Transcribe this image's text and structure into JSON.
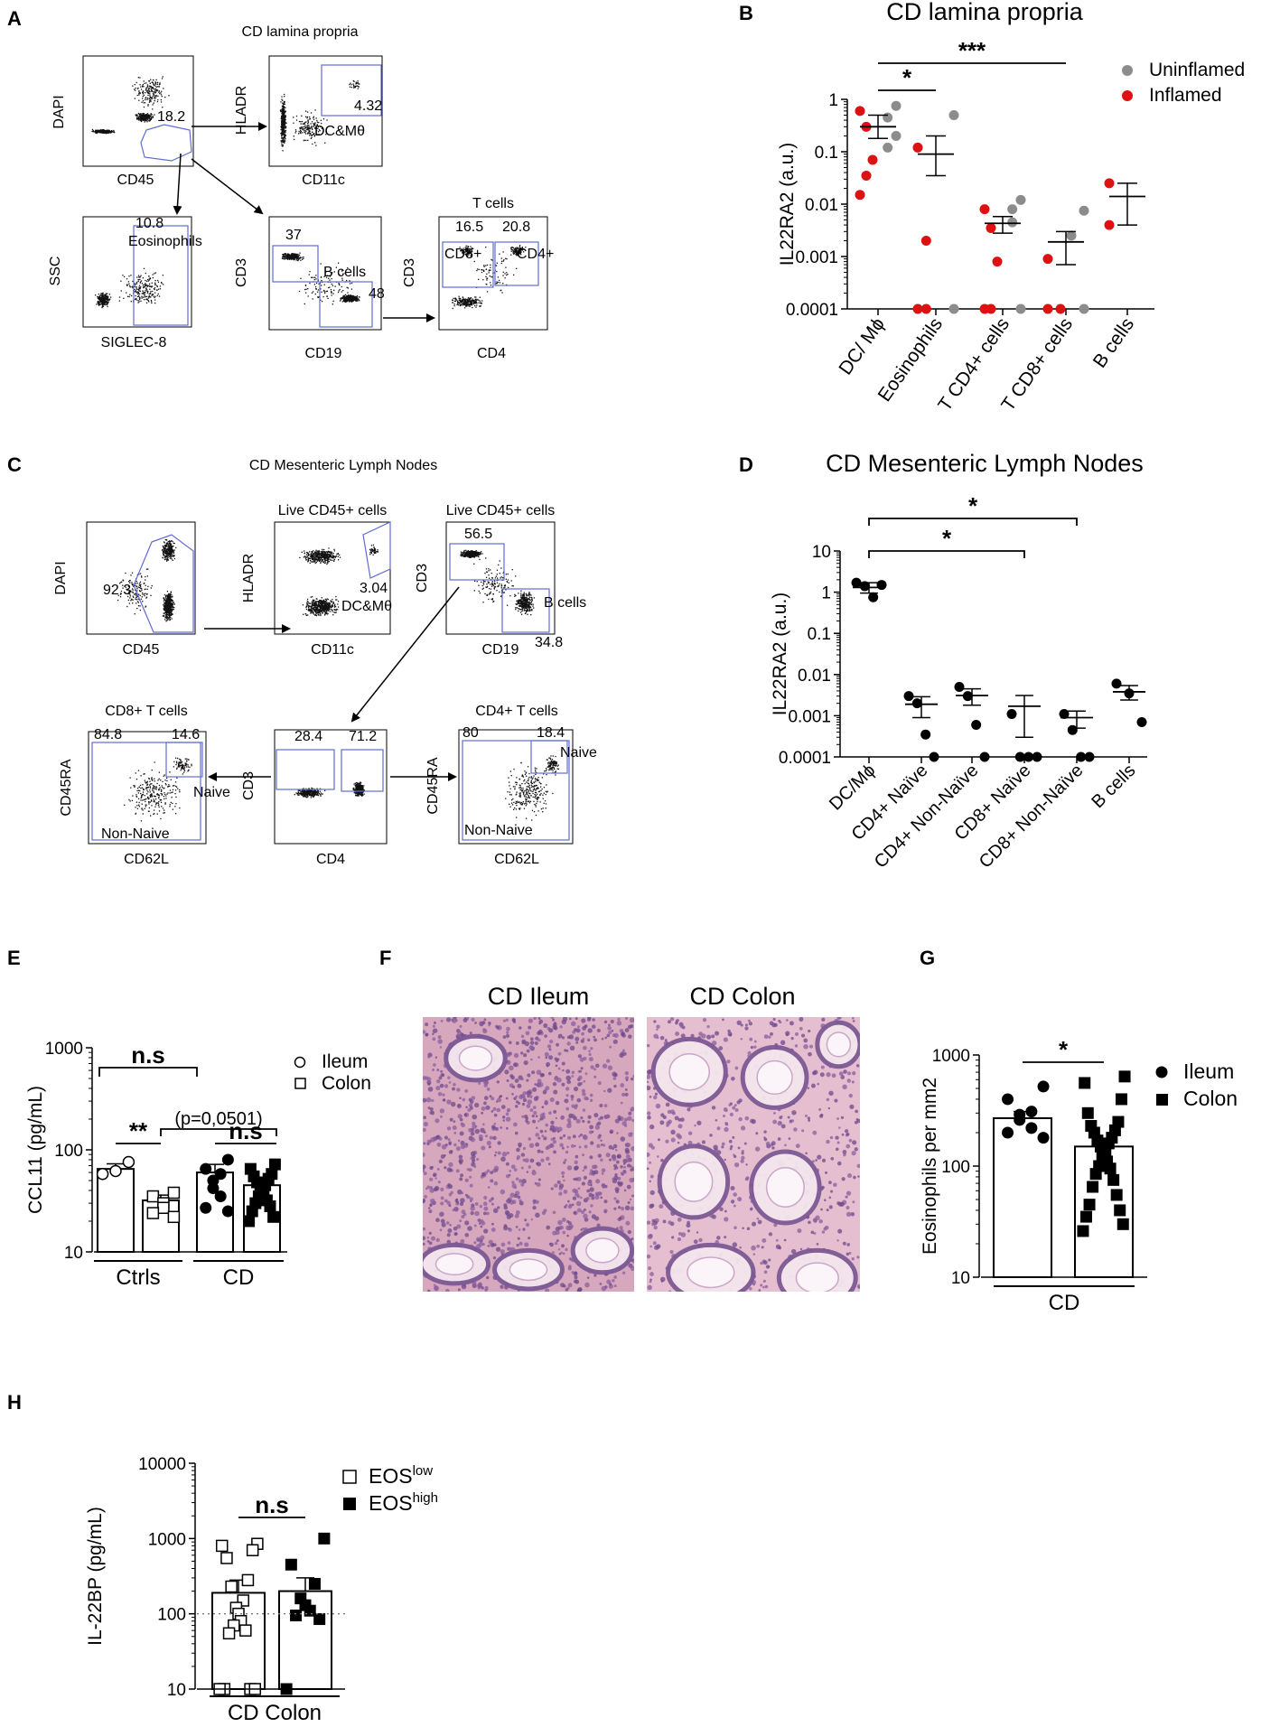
{
  "panel_letters": [
    "A",
    "B",
    "C",
    "D",
    "E",
    "F",
    "G",
    "H"
  ],
  "panel_a": {
    "title": "CD lamina propria",
    "plots": [
      {
        "id": "a1",
        "x_label": "CD45",
        "y_label": "DAPI",
        "gates": [
          {
            "label": "18.2"
          }
        ]
      },
      {
        "id": "a2",
        "x_label": "CD11c",
        "y_label": "HLADR",
        "gates": [
          {
            "label": "4.32"
          },
          {
            "label": "DC&Mθ"
          }
        ]
      },
      {
        "id": "a3",
        "x_label": "SIGLEC-8",
        "y_label": "SSC",
        "gates": [
          {
            "label": "10.8"
          },
          {
            "label": "Eosinophils"
          }
        ]
      },
      {
        "id": "a4",
        "x_label": "CD19",
        "y_label": "CD3",
        "gates": [
          {
            "label": "37"
          },
          {
            "label": "B cells"
          },
          {
            "label": "48"
          }
        ]
      },
      {
        "id": "a5",
        "title": "T cells",
        "x_label": "CD4",
        "y_label": "CD3",
        "gates": [
          {
            "label": "16.5"
          },
          {
            "label": "20.8"
          },
          {
            "label": "CD8+"
          },
          {
            "label": "CD4+"
          }
        ]
      }
    ]
  },
  "panel_c": {
    "title": "CD Mesenteric Lymph Nodes",
    "plots": [
      {
        "id": "c1",
        "x_label": "CD45",
        "y_label": "DAPI",
        "gates": [
          {
            "label": "92.3"
          }
        ]
      },
      {
        "id": "c2",
        "title": "Live CD45+ cells",
        "x_label": "CD11c",
        "y_label": "HLADR",
        "gates": [
          {
            "label": "3.04"
          },
          {
            "label": "DC&Mθ"
          }
        ]
      },
      {
        "id": "c3",
        "title": "Live CD45+ cells",
        "x_label": "CD19",
        "y_label": "CD3",
        "gates": [
          {
            "label": "56.5"
          },
          {
            "label": "B cells"
          },
          {
            "label": "34.8"
          }
        ]
      },
      {
        "id": "c4",
        "title": "CD8+ T cells",
        "x_label": "CD62L",
        "y_label": "CD45RA",
        "gates": [
          {
            "label": "84.8"
          },
          {
            "label": "14.6"
          },
          {
            "label": "Naive"
          },
          {
            "label": "Non-Naive"
          }
        ]
      },
      {
        "id": "c5",
        "x_label": "CD4",
        "y_label": "CD3",
        "gates": [
          {
            "label": "28.4"
          },
          {
            "label": "71.2"
          }
        ]
      },
      {
        "id": "c6",
        "title": "CD4+ T cells",
        "x_label": "CD62L",
        "y_label": "CD45RA",
        "gates": [
          {
            "label": "80"
          },
          {
            "label": "18.4"
          },
          {
            "label": "Naive"
          },
          {
            "label": "Non-Naive"
          }
        ]
      }
    ]
  },
  "panel_f": {
    "images": [
      {
        "title": "CD Ileum",
        "base_color": "#d7a7bd"
      },
      {
        "title": "CD Colon",
        "base_color": "#e5bfd0"
      }
    ]
  },
  "chart_data": [
    {
      "panel": "B",
      "type": "scatter",
      "title": "CD lamina propria",
      "ylabel": "IL22RA2 (a.u.)",
      "yscale": "log",
      "ylim": [
        0.0001,
        1
      ],
      "yticks": [
        "1",
        "0.1",
        "0.01",
        "0.001",
        "0.0001"
      ],
      "categories": [
        "DC/ Mϕ",
        "Eosinophils",
        "T CD4+ cells",
        "T CD8+ cells",
        "B cells"
      ],
      "legend": {
        "position": "top-right",
        "entries": [
          {
            "name": "Uninflamed",
            "color": "#8c8c8c"
          },
          {
            "name": "Inflamed",
            "color": "#dd1111"
          }
        ]
      },
      "series": [
        {
          "name": "Uninflamed",
          "color": "#8c8c8c",
          "points": [
            [
              0,
              0.75
            ],
            [
              0,
              0.45
            ],
            [
              0,
              0.12
            ],
            [
              0,
              0.2
            ],
            [
              1,
              0.5
            ],
            [
              1,
              0.0001
            ],
            [
              2,
              0.012
            ],
            [
              2,
              0.008
            ],
            [
              2,
              0.0045
            ],
            [
              2,
              0.0001
            ],
            [
              3,
              0.0075
            ],
            [
              3,
              0.0025
            ],
            [
              3,
              0.0001
            ]
          ]
        },
        {
          "name": "Inflamed",
          "color": "#dd1111",
          "points": [
            [
              0,
              0.6
            ],
            [
              0,
              0.3
            ],
            [
              0,
              0.07
            ],
            [
              0,
              0.035
            ],
            [
              0,
              0.015
            ],
            [
              1,
              0.12
            ],
            [
              1,
              0.002
            ],
            [
              1,
              0.0001
            ],
            [
              1,
              0.0001
            ],
            [
              2,
              0.008
            ],
            [
              2,
              0.0035
            ],
            [
              2,
              0.0008
            ],
            [
              2,
              0.0001
            ],
            [
              2,
              0.0001
            ],
            [
              3,
              0.0009
            ],
            [
              3,
              0.0001
            ],
            [
              3,
              0.0001
            ],
            [
              4,
              0.025
            ],
            [
              4,
              0.004
            ]
          ]
        }
      ],
      "error_bars": [
        {
          "x": 0,
          "mean": 0.3,
          "lo": 0.18,
          "hi": 0.5
        },
        {
          "x": 1,
          "mean": 0.09,
          "lo": 0.035,
          "hi": 0.2
        },
        {
          "x": 2,
          "mean": 0.0043,
          "lo": 0.0028,
          "hi": 0.0058
        },
        {
          "x": 3,
          "mean": 0.0019,
          "lo": 0.0007,
          "hi": 0.003
        },
        {
          "x": 4,
          "mean": 0.014,
          "lo": 0.004,
          "hi": 0.025
        }
      ],
      "significance": [
        {
          "from": 0,
          "to": 1,
          "label": "*"
        },
        {
          "from": 0,
          "to": 3,
          "label": "***"
        }
      ]
    },
    {
      "panel": "D",
      "type": "scatter",
      "title": "CD Mesenteric Lymph Nodes",
      "ylabel": "IL22RA2 (a.u.)",
      "yscale": "log",
      "ylim": [
        0.0001,
        10
      ],
      "yticks": [
        "10",
        "1",
        "0.1",
        "0.01",
        "0.001",
        "0.0001"
      ],
      "categories": [
        "DC/Mϕ",
        "CD4+ Naïve",
        "CD4+ Non-Naïve",
        "CD8+ Naïve",
        "CD8+ Non-Naïve",
        "B cells"
      ],
      "series": [
        {
          "name": "",
          "color": "#000000",
          "points": [
            [
              0,
              1.7
            ],
            [
              0,
              1.4
            ],
            [
              0,
              0.75
            ],
            [
              0,
              1.5
            ],
            [
              1,
              0.003
            ],
            [
              1,
              0.002
            ],
            [
              1,
              0.00035
            ],
            [
              1,
              0.0001
            ],
            [
              2,
              0.005
            ],
            [
              2,
              0.003
            ],
            [
              2,
              0.0006
            ],
            [
              2,
              0.0001
            ],
            [
              3,
              0.0011
            ],
            [
              3,
              0.0001
            ],
            [
              3,
              0.0001
            ],
            [
              3,
              0.0001
            ],
            [
              4,
              0.0011
            ],
            [
              4,
              0.00045
            ],
            [
              4,
              0.0001
            ],
            [
              4,
              0.0001
            ],
            [
              5,
              0.006
            ],
            [
              5,
              0.0035
            ],
            [
              5,
              0.0007
            ]
          ]
        }
      ],
      "error_bars": [
        {
          "x": 0,
          "mean": 1.3,
          "lo": 0.95,
          "hi": 1.7
        },
        {
          "x": 1,
          "mean": 0.0019,
          "lo": 0.0009,
          "hi": 0.0029
        },
        {
          "x": 2,
          "mean": 0.0031,
          "lo": 0.0018,
          "hi": 0.0045
        },
        {
          "x": 3,
          "mean": 0.0017,
          "lo": 0.0003,
          "hi": 0.0031
        },
        {
          "x": 4,
          "mean": 0.0009,
          "lo": 0.0005,
          "hi": 0.0013
        },
        {
          "x": 5,
          "mean": 0.0038,
          "lo": 0.0024,
          "hi": 0.0054
        }
      ],
      "significance": [
        {
          "from": 0,
          "to": 3,
          "label": "*"
        },
        {
          "from": 0,
          "to": 4,
          "label": "*"
        }
      ]
    },
    {
      "panel": "E",
      "type": "bar",
      "ylabel": "CCL11 (pg/mL)",
      "yscale": "log",
      "ylim": [
        10,
        1000
      ],
      "yticks": [
        "1000",
        "100",
        "10"
      ],
      "groups": [
        {
          "label": "Ctrls",
          "bars": [
            0,
            1
          ]
        },
        {
          "label": "CD",
          "bars": [
            2,
            3
          ]
        }
      ],
      "legend": {
        "position": "top-right",
        "entries": [
          {
            "name": "Ileum",
            "marker": "open-circle"
          },
          {
            "name": "Colon",
            "marker": "open-square"
          }
        ]
      },
      "bars": [
        {
          "tissue": "Ileum",
          "mean": 65,
          "sem": 8,
          "points": [
            76,
            62,
            58
          ]
        },
        {
          "tissue": "Colon",
          "mean": 32,
          "sem": 4,
          "points": [
            38,
            35,
            30,
            27,
            24,
            22
          ]
        },
        {
          "tissue": "Ileum",
          "mean": 60,
          "sem": 12,
          "points": [
            80,
            65,
            58,
            50,
            42,
            35,
            27,
            25
          ]
        },
        {
          "tissue": "Colon",
          "mean": 45,
          "sem": 5,
          "points": [
            72,
            65,
            58,
            55,
            52,
            48,
            45,
            42,
            40,
            38,
            35,
            32,
            30,
            28,
            25,
            22,
            20
          ]
        }
      ],
      "significance": [
        {
          "from": 0,
          "to": 2,
          "label": "n.s"
        },
        {
          "from": 0,
          "to": 1,
          "label": "**"
        },
        {
          "from": 1,
          "to": 3,
          "label": "(p=0,0501)"
        },
        {
          "from": 2,
          "to": 3,
          "label": "n.s"
        }
      ]
    },
    {
      "panel": "G",
      "type": "bar",
      "ylabel": "Eosinophils per mm2",
      "yscale": "log",
      "ylim": [
        10,
        1000
      ],
      "yticks": [
        "1000",
        "100",
        "10"
      ],
      "xlabel": "CD",
      "legend": {
        "position": "top-right",
        "entries": [
          {
            "name": "Ileum",
            "marker": "filled-circle"
          },
          {
            "name": "Colon",
            "marker": "filled-square"
          }
        ]
      },
      "bars": [
        {
          "tissue": "Ileum",
          "mean": 270,
          "sem": 40,
          "points": [
            520,
            400,
            310,
            290,
            260,
            220,
            200,
            180
          ]
        },
        {
          "tissue": "Colon",
          "mean": 150,
          "sem": 22,
          "points": [
            640,
            560,
            400,
            300,
            250,
            230,
            210,
            200,
            180,
            170,
            160,
            150,
            140,
            130,
            120,
            110,
            100,
            95,
            85,
            75,
            65,
            55,
            45,
            40,
            35,
            30,
            26
          ]
        }
      ],
      "significance": [
        {
          "from": 0,
          "to": 1,
          "label": "*"
        }
      ]
    },
    {
      "panel": "H",
      "type": "bar",
      "ylabel": "IL-22BP (pg/mL)",
      "yscale": "log",
      "ylim": [
        10,
        10000
      ],
      "yticks": [
        "10000",
        "1000",
        "100",
        "10"
      ],
      "xlabel": "CD Colon",
      "reference_line": 100,
      "legend": {
        "position": "top-right",
        "entries": [
          {
            "name": "EOS",
            "sup": "low",
            "marker": "open-square"
          },
          {
            "name": "EOS",
            "sup": "high",
            "marker": "filled-square"
          }
        ]
      },
      "bars": [
        {
          "group": "EOS low",
          "mean": 190,
          "sem": 90,
          "points": [
            850,
            800,
            700,
            550,
            280,
            230,
            150,
            120,
            100,
            80,
            70,
            60,
            55,
            10,
            10,
            10,
            10
          ]
        },
        {
          "group": "EOS high",
          "mean": 200,
          "sem": 100,
          "points": [
            1000,
            450,
            250,
            160,
            130,
            110,
            95,
            85,
            10
          ]
        }
      ],
      "significance": [
        {
          "from": 0,
          "to": 1,
          "label": "n.s"
        }
      ]
    }
  ]
}
